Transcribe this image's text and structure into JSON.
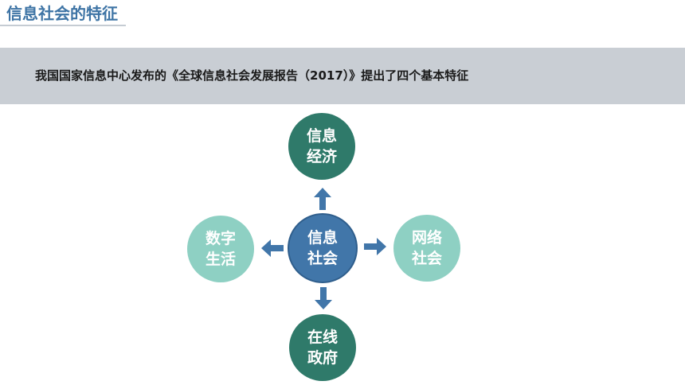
{
  "header": {
    "title": "信息社会的特征"
  },
  "banner": {
    "text": "我国国家信息中心发布的《全球信息社会发展报告（2017）》提出了四个基本特征"
  },
  "diagram": {
    "center": {
      "line1": "信息",
      "line2": "社会"
    },
    "top": {
      "line1": "信息",
      "line2": "经济"
    },
    "right": {
      "line1": "网络",
      "line2": "社会"
    },
    "bottom": {
      "line1": "在线",
      "line2": "政府"
    },
    "left": {
      "line1": "数字",
      "line2": "生活"
    }
  },
  "colors": {
    "title": "#3e74a5",
    "banner": "#c9ced4",
    "center": "#4176a9",
    "dark_node": "#2f7a6a",
    "light_node": "#8ed0c3",
    "arrow": "#4176a9"
  }
}
